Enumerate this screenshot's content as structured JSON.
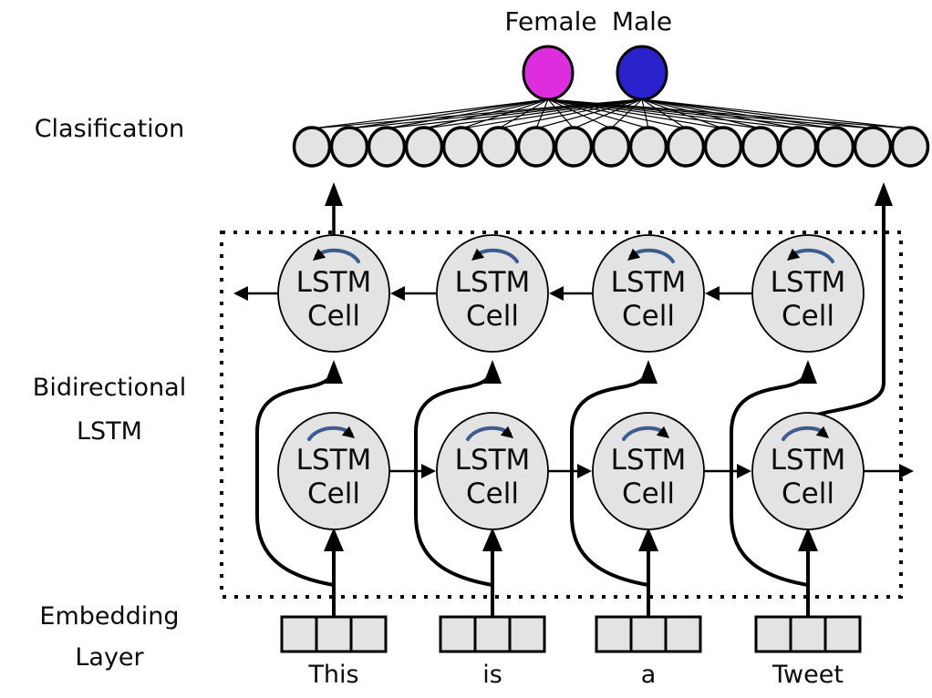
{
  "labels": {
    "classification": "Clasification",
    "bidirectional_lstm": [
      "Bidirectional",
      "LSTM"
    ],
    "embedding_layer": [
      "Embedding",
      "Layer"
    ]
  },
  "output_classes": [
    {
      "label": "Female",
      "color": "#dd2edd"
    },
    {
      "label": "Male",
      "color": "#2a23cd"
    }
  ],
  "classification_layer": {
    "num_units": 17
  },
  "bidirectional_lstm": {
    "cell_label": [
      "LSTM",
      "Cell"
    ],
    "timesteps": 4,
    "layers": [
      "backward",
      "forward"
    ]
  },
  "embedding_layer": {
    "cells_per_token": 3
  },
  "input_tokens": [
    "This",
    "is",
    "a",
    "Tweet"
  ],
  "colors": {
    "node_fill": "#e3e3e3",
    "outline": "#000000",
    "recurrent_arrow": "#3e5c8f",
    "background": "#ffffff"
  }
}
